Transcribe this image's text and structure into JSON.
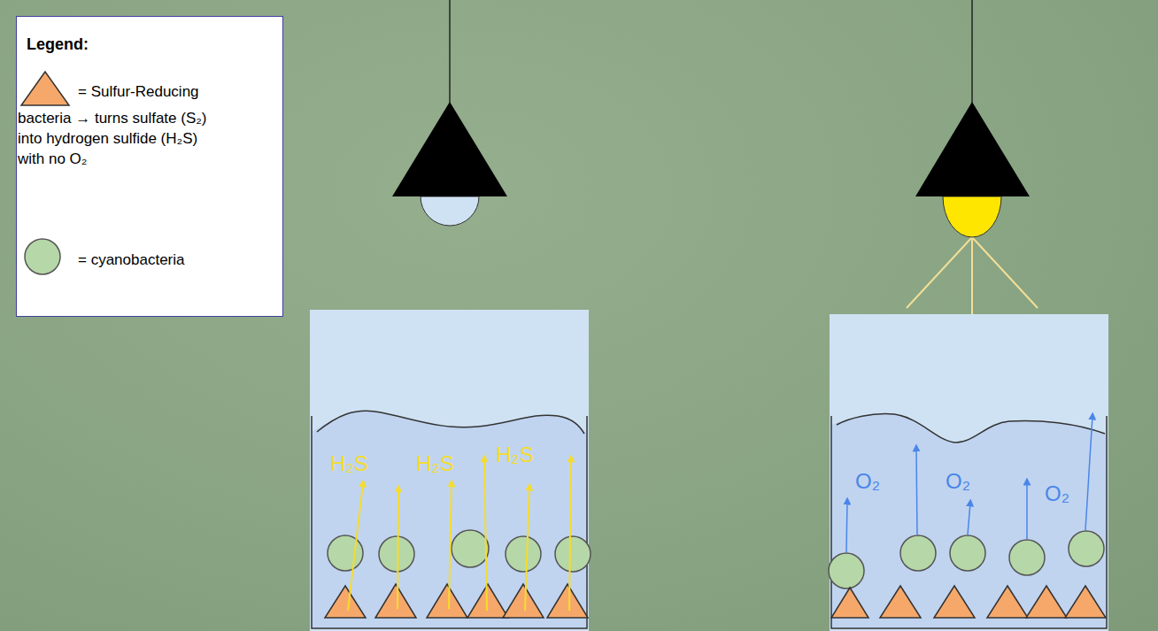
{
  "diagram": {
    "labels": [
      "Legend:",
      "H₂S",
      "H₂S",
      "H₂S",
      "O₂",
      "O₂",
      "O₂"
    ],
    "legend": [
      {
        "text": "= Sulfur-Reducing bacteria → turns sulfate (S₂) into hydrogen sulfide (H₂S) with no O₂"
      },
      {
        "text": "= cyanobacteria"
      }
    ]
  }
}
